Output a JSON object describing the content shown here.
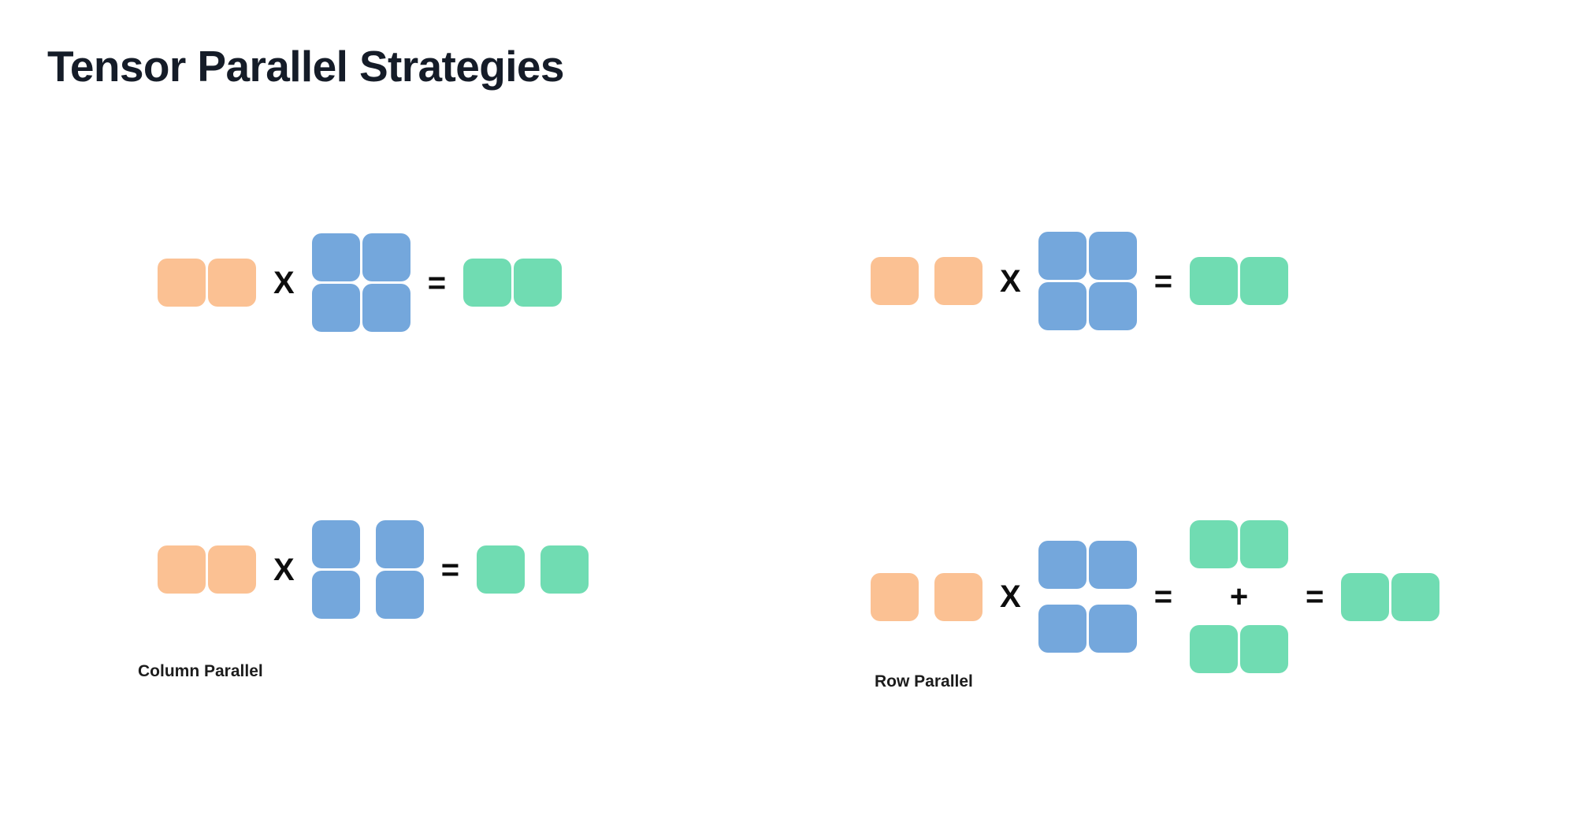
{
  "page": {
    "title": "Tensor Parallel Strategies",
    "background_color": "#ffffff",
    "title_color": "#151c28"
  },
  "palette": {
    "input_orange": "#fbc193",
    "weight_blue": "#74a7dc",
    "output_green": "#70dcb2",
    "operator_black": "#0d0d0d"
  },
  "operators": {
    "multiply": "X",
    "equals": "=",
    "plus": "+"
  },
  "captions": {
    "column_parallel": "Column Parallel",
    "row_parallel": "Row Parallel"
  },
  "diagrams": [
    {
      "id": "top-left",
      "name": "baseline-matmul-left",
      "description": "Unsharded matrix multiply shown above the Column Parallel example",
      "terms": [
        {
          "role": "input",
          "color": "orange",
          "rows": 1,
          "cols": 2,
          "split": "none"
        },
        {
          "role": "weight",
          "color": "blue",
          "rows": 2,
          "cols": 2,
          "split": "none"
        },
        {
          "role": "output",
          "color": "green",
          "rows": 1,
          "cols": 2,
          "split": "none"
        }
      ]
    },
    {
      "id": "bottom-left",
      "name": "column-parallel-matmul",
      "description": "Column Parallel: weight matrix is split by columns, producing sharded outputs",
      "terms": [
        {
          "role": "input",
          "color": "orange",
          "rows": 1,
          "cols": 2,
          "split": "none"
        },
        {
          "role": "weight",
          "color": "blue",
          "rows": 2,
          "cols": 2,
          "split": "columns"
        },
        {
          "role": "output",
          "color": "green",
          "rows": 1,
          "cols": 2,
          "split": "columns"
        }
      ]
    },
    {
      "id": "top-right",
      "name": "baseline-matmul-right",
      "description": "Unsharded matrix multiply shown above the Row Parallel example",
      "terms": [
        {
          "role": "input",
          "color": "orange",
          "rows": 1,
          "cols": 2,
          "split": "columns"
        },
        {
          "role": "weight",
          "color": "blue",
          "rows": 2,
          "cols": 2,
          "split": "none"
        },
        {
          "role": "output",
          "color": "green",
          "rows": 1,
          "cols": 2,
          "split": "none"
        }
      ]
    },
    {
      "id": "bottom-right",
      "name": "row-parallel-matmul",
      "description": "Row Parallel: weight matrix is split by rows, partial outputs are summed to give the final result",
      "terms": [
        {
          "role": "input",
          "color": "orange",
          "rows": 1,
          "cols": 2,
          "split": "columns"
        },
        {
          "role": "weight",
          "color": "blue",
          "rows": 2,
          "cols": 2,
          "split": "rows"
        },
        {
          "role": "partial-output-a",
          "color": "green",
          "rows": 1,
          "cols": 2,
          "split": "none"
        },
        {
          "role": "partial-output-b",
          "color": "green",
          "rows": 1,
          "cols": 2,
          "split": "none"
        },
        {
          "role": "final-output",
          "color": "green",
          "rows": 1,
          "cols": 2,
          "split": "none"
        }
      ]
    }
  ]
}
